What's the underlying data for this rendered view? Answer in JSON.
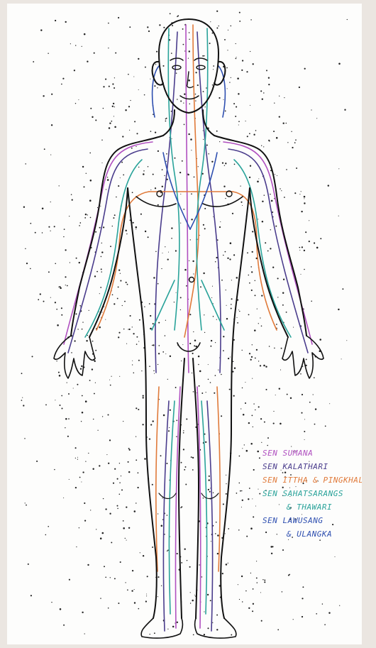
{
  "colors": {
    "page_background": "#ebe6e1",
    "paper": "#fdfdfc",
    "outline": "#111111",
    "sumana": "#b050c0",
    "kalathari": "#4a3c8c",
    "ittha_pingkhala": "#e07a3a",
    "sahatsarangs_thawari": "#2aa39a",
    "lawusang_ulangka": "#2e4fb0"
  },
  "legend": [
    {
      "id": "sumana",
      "text": "SEN SUMANA",
      "color": "#b050c0"
    },
    {
      "id": "kalathari",
      "text": "SEN KALATHARI",
      "color": "#4a3c8c"
    },
    {
      "id": "ittha",
      "text": "SEN ITTHA & PINGKHALA",
      "color": "#e07a3a"
    },
    {
      "id": "sahatsarangs",
      "text": "SEN SAHATSARANGS",
      "color": "#2aa39a"
    },
    {
      "id": "thawari",
      "text": "& THAWARI",
      "color": "#2aa39a",
      "continuation": true
    },
    {
      "id": "lawusang",
      "text": "SEN LAWUSANG",
      "color": "#2e4fb0"
    },
    {
      "id": "ulangka",
      "text": "& ULANGKA",
      "color": "#2e4fb0",
      "continuation": true
    }
  ]
}
